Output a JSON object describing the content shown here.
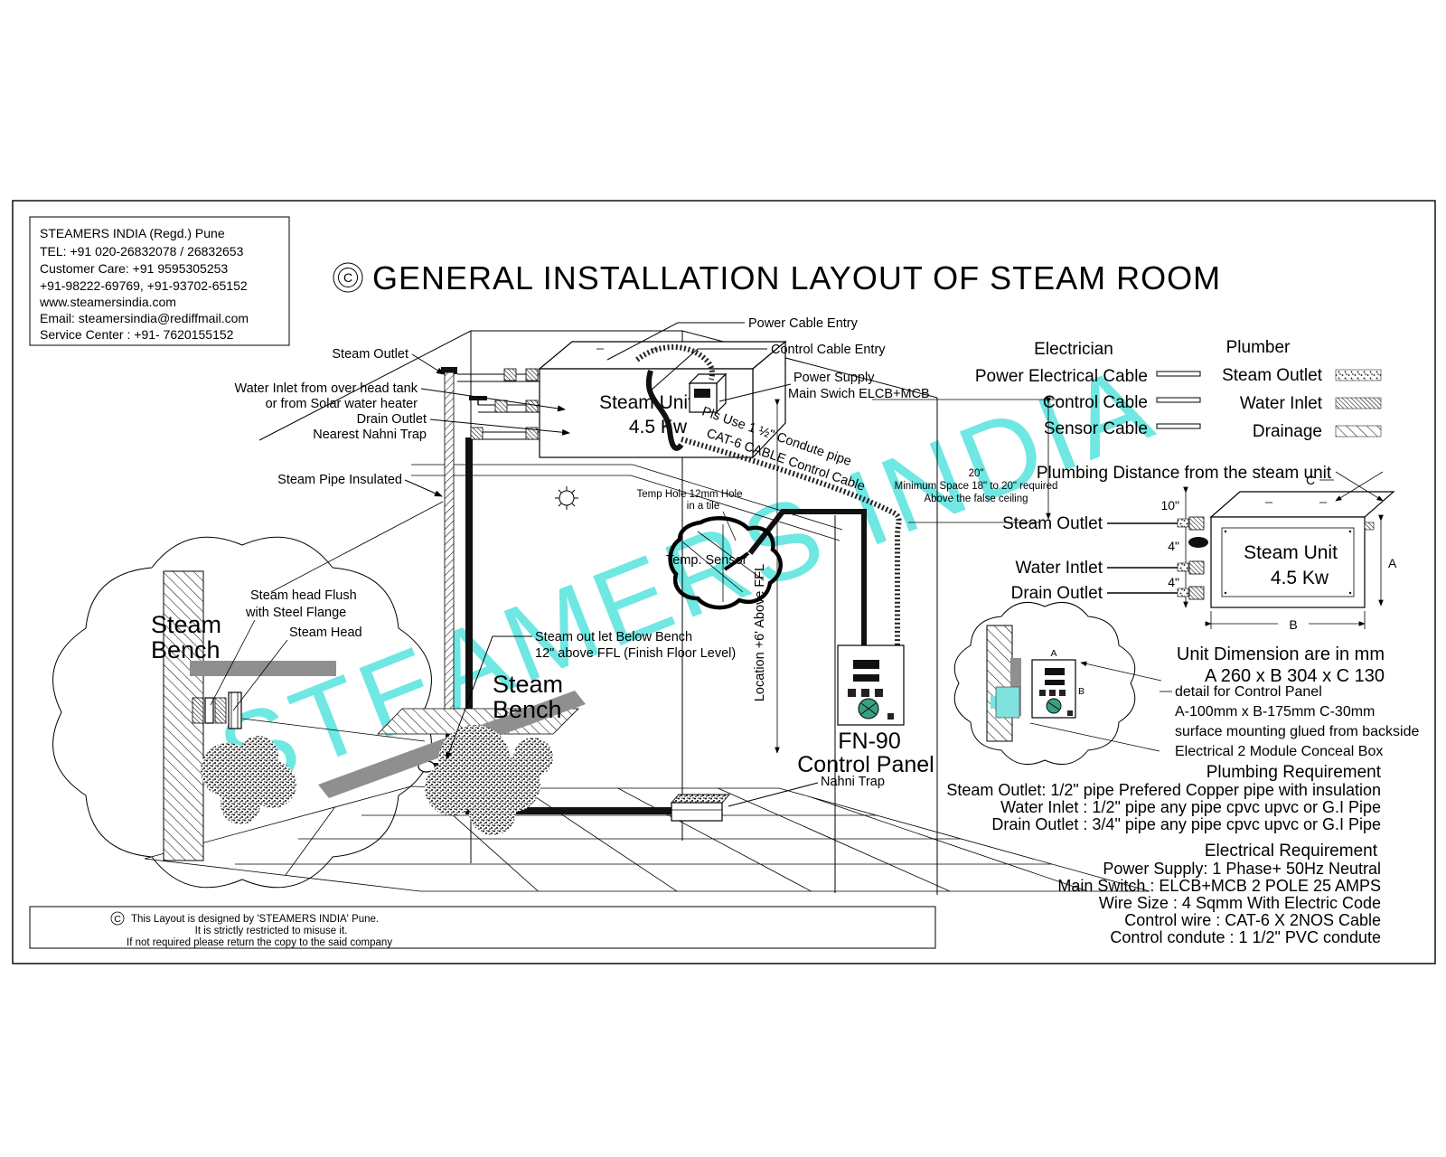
{
  "company": {
    "lines": [
      "STEAMERS INDIA (Regd.) Pune",
      "TEL: +91 020-26832078 / 26832653",
      "Customer Care: +91 9595305253",
      "+91-98222-69769, +91-93702-65152",
      "www.steamersindia.com",
      "Email: steamersindia@rediffmail.com",
      "Service Center : +91- 7620155152"
    ]
  },
  "title": {
    "copyright": "C",
    "text": "GENERAL INSTALLATION LAYOUT OF STEAM ROOM"
  },
  "watermark": {
    "text": "STEAMERS INDIA",
    "color": "#6FE7E2"
  },
  "diagram": {
    "labels": {
      "steam_outlet": "Steam Outlet",
      "power_cable_entry": "Power Cable Entry",
      "control_cable_entry": "Control Cable Entry",
      "power_supply_1": "Power Supply",
      "power_supply_2": "Main Swich ELCB+MCB",
      "water_inlet_1": "Water Inlet from over head tank",
      "water_inlet_2": "or from Solar water heater",
      "drain_outlet_1": "Drain Outlet",
      "drain_outlet_2": "Nearest Nahni Trap",
      "steam_pipe_insulated": "Steam Pipe Insulated",
      "condute_note_1": "Pls Use 1 ½\" Condute pipe",
      "condute_note_2": "CAT-6 CABLE Control Cable",
      "unit_name": "Steam Unit",
      "unit_power": "4.5 Kw",
      "dim_20": "20\"",
      "min_space_1": "Minimum Space 18\" to 20\" required",
      "min_space_2": "Above the false ceiling",
      "temp_hole_1": "Temp Hole 12mm  Hole",
      "temp_hole_2": "in a tile",
      "temp_sensor": "Temp. Sensor",
      "below_bench_1": "Steam out let Below Bench",
      "below_bench_2": "12\"  above FFL (Finish Floor Level)",
      "bench_1": "Steam",
      "bench_2": "Bench",
      "location_ffl": "Location +6' Above FFL",
      "nahni_trap": "Nahni Trap",
      "panel_model": "FN-90",
      "panel_name": "Control Panel",
      "head_flush_1": "Steam head Flush",
      "head_flush_2": "with Steel Flange",
      "steam_head": "Steam Head"
    }
  },
  "legend": {
    "electrician": {
      "title": "Electrician",
      "rows": [
        "Power Electrical Cable",
        "Control Cable",
        "Sensor Cable"
      ]
    },
    "plumber": {
      "title": "Plumber",
      "rows": [
        "Steam Outlet",
        "Water Inlet",
        "Drainage"
      ]
    }
  },
  "unit_detail": {
    "title": "Plumbing Distance from the steam unit",
    "dim_10": "10\"",
    "dim_4a": "4\"",
    "dim_4b": "4\"",
    "steam_outlet": "Steam Outlet",
    "water_inlet": "Water Intlet",
    "drain_outlet": "Drain Outlet",
    "unit_name": "Steam Unit",
    "unit_power": "4.5 Kw",
    "dim_a": "A",
    "dim_b": "B",
    "dim_c": "C",
    "panel_a": "A",
    "panel_b": "B",
    "note": "Unit Dimension are in mm",
    "dims": "A 260 x B 304 x C 130",
    "detail_1": "detail for Control Panel",
    "detail_2": "A-100mm x B-175mm C-30mm",
    "detail_3": "surface mounting glued from backside",
    "detail_4": "Electrical 2 Module Conceal Box"
  },
  "plumbing_req": {
    "title": "Plumbing Requirement",
    "lines": [
      "Steam Outlet: 1/2\" pipe  Prefered Copper pipe with insulation",
      "Water Inlet    : 1/2\" pipe any pipe cpvc upvc or G.I Pipe",
      "Drain Outlet  : 3/4\" pipe any pipe cpvc upvc or G.I Pipe"
    ]
  },
  "electrical_req": {
    "title": "Electrical Requirement",
    "lines": [
      "Power Supply: 1 Phase+ 50Hz Neutral",
      "Main Switch   : ELCB+MCB 2 POLE 25 AMPS",
      "Wire Size      : 4 Sqmm With Electric Code",
      "Control wire   : CAT-6 X 2NOS Cable",
      "Control condute  : 1 1/2\" PVC condute"
    ]
  },
  "footer": {
    "copyright": "C",
    "lines": [
      "This Layout is designed by 'STEAMERS INDIA' Pune.",
      "It is strictly restricted to misuse it.",
      "If not required please return the copy to the said company"
    ]
  },
  "colors": {
    "watermark": "#6FE7E2",
    "bench_gray": "#8F8F8F",
    "knob_teal": "#3A9E85",
    "conceal_cyan": "#7FE2DE"
  }
}
